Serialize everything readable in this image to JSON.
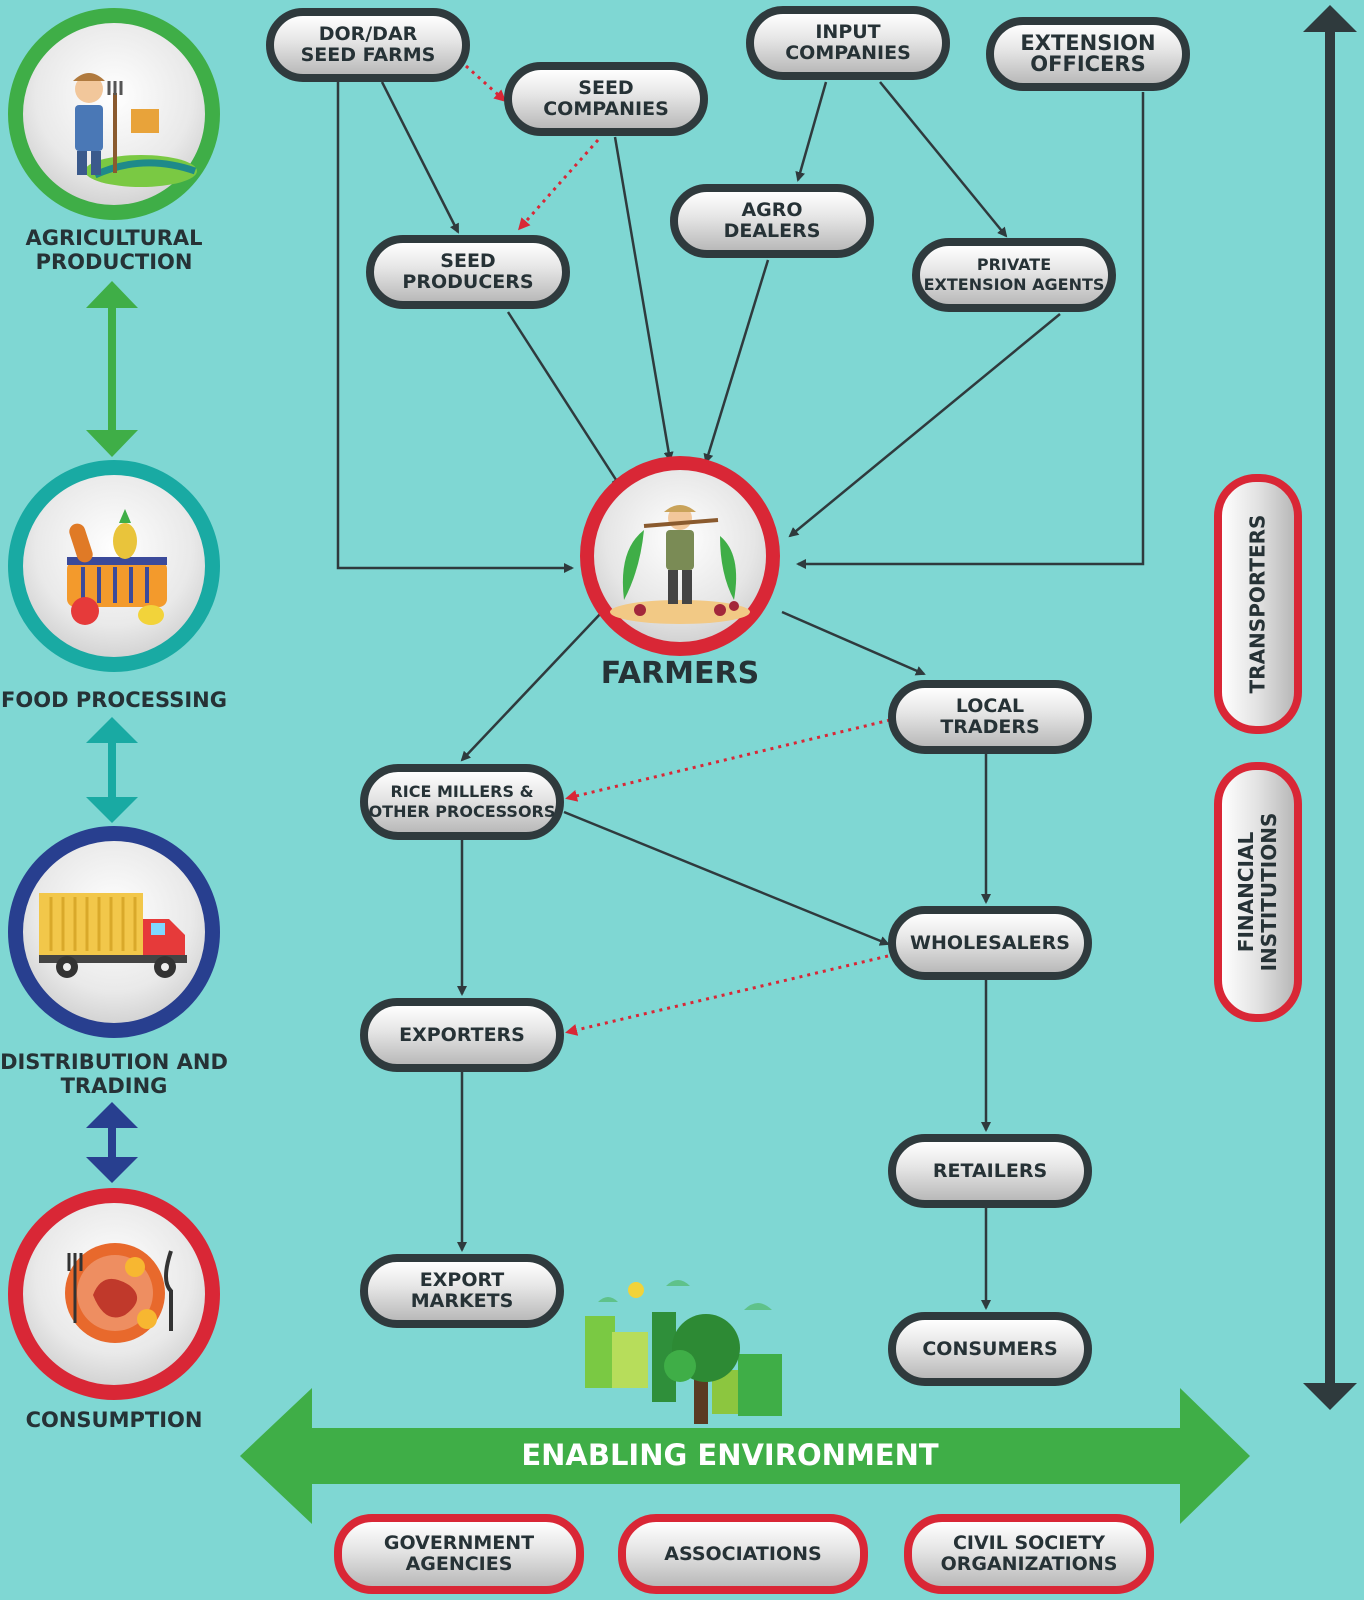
{
  "stages": {
    "production": "AGRICULTURAL\nPRODUCTION",
    "processing": "FOOD PROCESSING",
    "distribution": "DISTRIBUTION AND\nTRADING",
    "consumption": "CONSUMPTION"
  },
  "nodes": {
    "dor_dar_seed_farms": "DOR/DAR\nSEED FARMS",
    "seed_companies": "SEED\nCOMPANIES",
    "input_companies": "INPUT\nCOMPANIES",
    "extension_officers": "EXTENSION\nOFFICERS",
    "seed_producers": "SEED\nPRODUCERS",
    "agro_dealers": "AGRO\nDEALERS",
    "private_extension_agents": "PRIVATE\nEXTENSION AGENTS",
    "farmers": "FARMERS",
    "local_traders": "LOCAL\nTRADERS",
    "rice_millers": "RICE MILLERS &\nOTHER PROCESSORS",
    "wholesalers": "WHOLESALERS",
    "exporters": "EXPORTERS",
    "retailers": "RETAILERS",
    "export_markets": "EXPORT\nMARKETS",
    "consumers": "CONSUMERS"
  },
  "side": {
    "transporters": "TRANSPORTERS",
    "financial_institutions": "FINANCIAL\nINSTITUTIONS"
  },
  "enabling": {
    "title": "ENABLING ENVIRONMENT",
    "government": "GOVERNMENT\nAGENCIES",
    "associations": "ASSOCIATIONS",
    "civil_society": "CIVIL SOCIETY\nORGANIZATIONS"
  },
  "colors": {
    "background": "#7fd7d3",
    "node_border": "#2f3a3d",
    "accent_red": "#d92736",
    "production_green": "#3fae47",
    "processing_teal": "#19aaa3",
    "distribution_blue": "#283f8f",
    "enabling_green": "#3fae47"
  }
}
